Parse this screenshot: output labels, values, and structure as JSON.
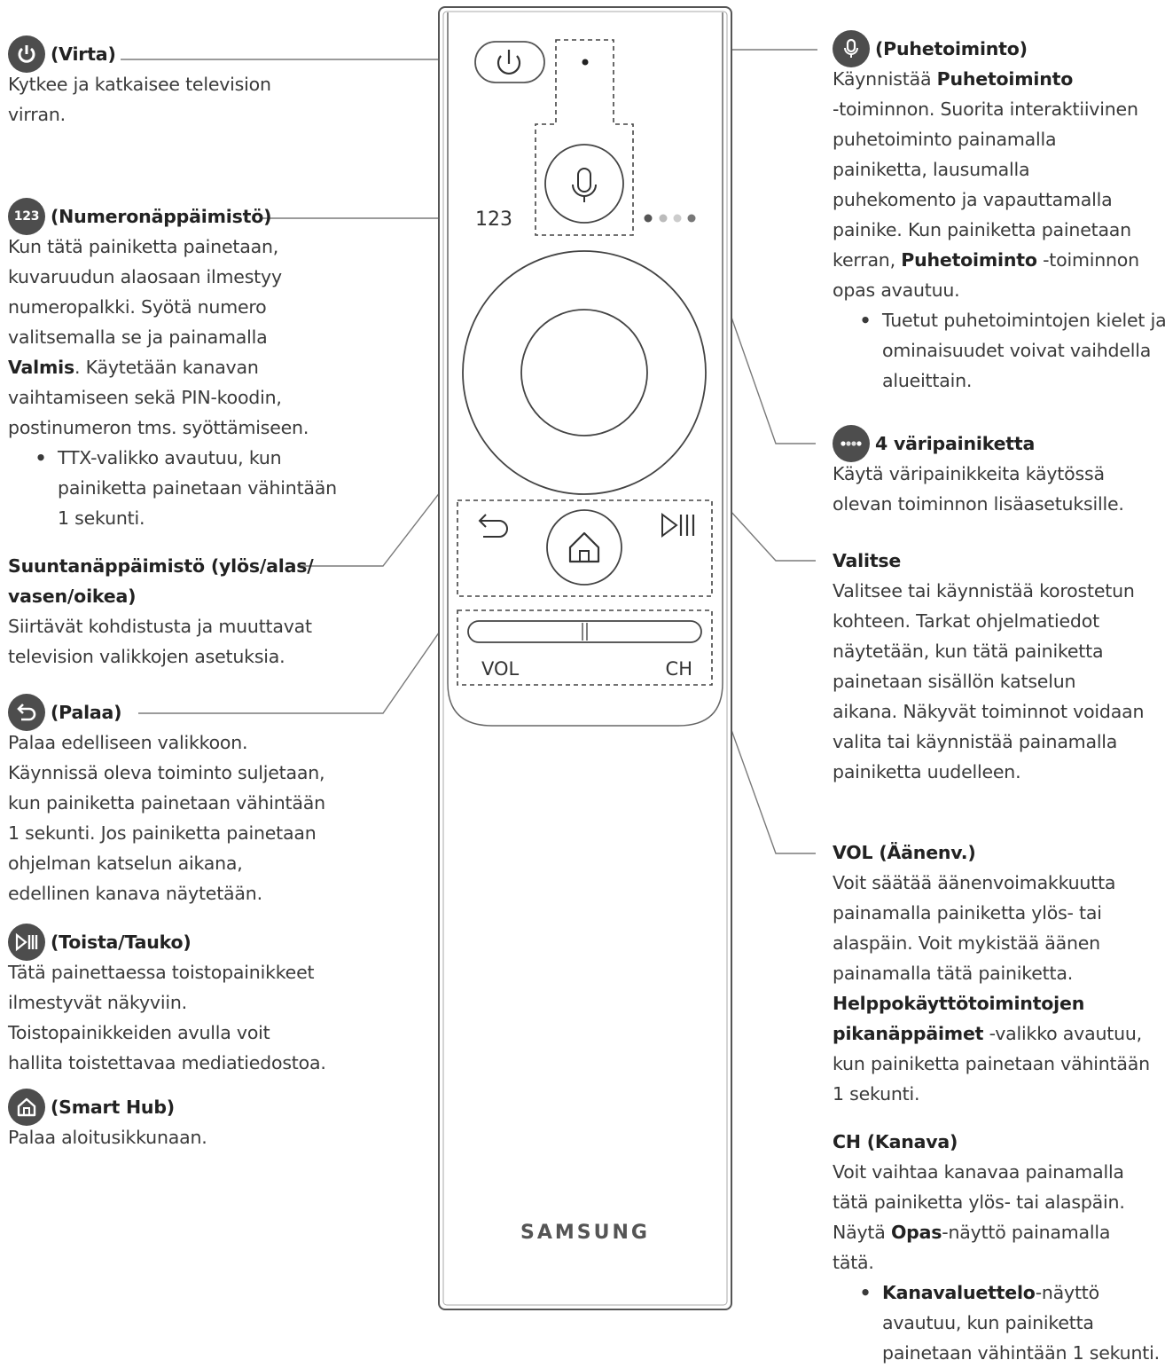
{
  "left": {
    "power": {
      "icon": "power-icon",
      "title": "(Virta)",
      "text": [
        "Kytkee ja katkaisee television",
        "virran."
      ]
    },
    "numpad": {
      "icon": "numpad-123-icon",
      "icon_text": "123",
      "title": "(Numeronäppäimistö)",
      "text1": [
        "Kun tätä painiketta painetaan,",
        "kuvaruudun alaosaan ilmestyy",
        "numeropalkki. Syötä numero",
        "valitsemalla se ja painamalla"
      ],
      "text_bold": "Valmis",
      "text_after_bold": ". Käytetään kanavan",
      "text2": [
        "vaihtamiseen sekä PIN-koodin,",
        "postinumeron tms. syöttämiseen."
      ],
      "bullet": [
        "TTX-valikko avautuu, kun",
        "painiketta painetaan vähintään",
        "1 sekunti."
      ]
    },
    "directional": {
      "title": [
        "Suuntanäppäimistö (ylös/alas/",
        "vasen/oikea)"
      ],
      "text": [
        "Siirtävät kohdistusta ja muuttavat",
        "television valikkojen asetuksia."
      ]
    },
    "return": {
      "icon": "return-icon",
      "title": "(Palaa)",
      "text": [
        "Palaa edelliseen valikkoon.",
        "Käynnissä oleva toiminto suljetaan,",
        "kun painiketta painetaan vähintään",
        "1 sekunti. Jos painiketta painetaan",
        "ohjelman katselun aikana,",
        "edellinen kanava näytetään."
      ]
    },
    "play_pause": {
      "icon": "play-pause-icon",
      "title": "(Toista/Tauko)",
      "text": [
        "Tätä painettaessa toistopainikkeet",
        "ilmestyvät näkyviin.",
        "Toistopainikkeiden avulla voit",
        "hallita toistettavaa mediatiedostoa."
      ]
    },
    "smart_hub": {
      "icon": "home-icon",
      "title": "(Smart Hub)",
      "text": [
        "Palaa aloitusikkunaan."
      ]
    }
  },
  "right": {
    "voice": {
      "icon": "microphone-icon",
      "title": "(Puhetoiminto)",
      "line1_prefix": "Käynnistää ",
      "line1_bold": "Puhetoiminto",
      "text1": [
        "-toiminnon. Suorita interaktiivinen",
        "puhetoiminto painamalla",
        "painiketta, lausumalla",
        "puhekomento ja vapauttamalla",
        "painike. Kun painiketta painetaan"
      ],
      "line_kerran_prefix": "kerran, ",
      "line_kerran_bold": "Puhetoiminto",
      "line_kerran_suffix": " -toiminnon",
      "text2": [
        "opas avautuu."
      ],
      "bullet": [
        "Tuetut puhetoimintojen kielet ja",
        "ominaisuudet voivat vaihdella",
        "alueittain."
      ]
    },
    "color_buttons": {
      "icon": "color-dots-icon",
      "title": "4 väripainiketta",
      "text": [
        "Käytä väripainikkeita käytössä",
        "olevan toiminnon lisäasetuksille."
      ]
    },
    "select": {
      "title": "Valitse",
      "text": [
        "Valitsee tai käynnistää korostetun",
        "kohteen. Tarkat ohjelmatiedot",
        "näytetään, kun tätä painiketta",
        "painetaan sisällön katselun",
        "aikana. Näkyvät toiminnot voidaan",
        "valita tai käynnistää painamalla",
        "painiketta uudelleen."
      ]
    },
    "vol": {
      "title": "VOL (Äänenv.)",
      "text": [
        "Voit säätää äänenvoimakkuutta",
        "painamalla painiketta ylös- tai",
        "alaspäin. Voit mykistää äänen",
        "painamalla tätä painiketta."
      ],
      "bold_lines": [
        "Helppokäyttötoimintojen"
      ],
      "bold_inline": "pikanäppäimet",
      "after_bold": " -valikko avautuu,",
      "text2": [
        "kun painiketta painetaan vähintään",
        "1 sekunti."
      ]
    },
    "ch": {
      "title": "CH (Kanava)",
      "text": [
        "Voit vaihtaa kanavaa painamalla",
        "tätä painiketta ylös- tai alaspäin."
      ],
      "guide_prefix": "Näytä ",
      "guide_bold": "Opas",
      "guide_suffix": "-näyttö painamalla",
      "text2": [
        "tätä."
      ],
      "bullet_bold": "Kanavaluettelo",
      "bullet_first_suffix": "-näyttö",
      "bullet": [
        "avautuu, kun painiketta",
        "painetaan vähintään 1 sekunti."
      ]
    }
  },
  "remote": {
    "numpad_label": "123",
    "vol_label": "VOL",
    "ch_label": "CH",
    "brand": "SAMSUNG"
  },
  "colors": {
    "icon_bg": "#4d4d4d",
    "line": "#6f6f6f",
    "text": "#3a3a3a"
  }
}
